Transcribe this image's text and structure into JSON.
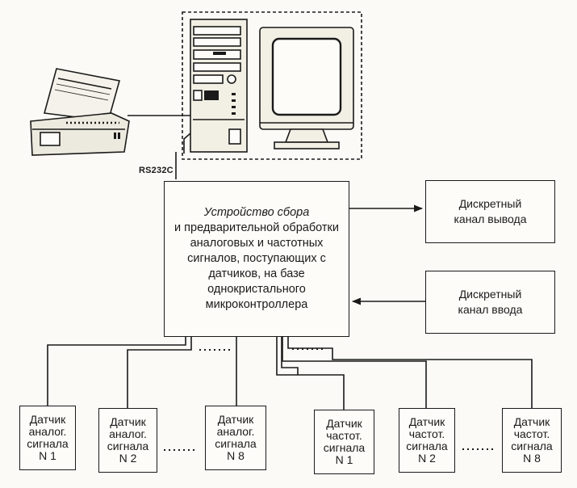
{
  "interface_label": "RS232C",
  "processor": {
    "line1": "Устройство сбора",
    "line_rest": "и предварительной обработки\nаналоговых и частотных\nсигналов, поступающих с\nдатчиков, на базе\nоднокристального\nмикроконтроллера"
  },
  "output_channel": {
    "label": "Дискретный\nканал вывода"
  },
  "input_channel": {
    "label": "Дискретный\nканал ввода"
  },
  "sensors": [
    {
      "label": "Датчик\nаналог.\nсигнала\nN 1"
    },
    {
      "label": "Датчик\nаналог.\nсигнала\nN 2"
    },
    {
      "label": "Датчик\nаналог.\nсигнала\nN 8"
    },
    {
      "label": "Датчик\nчастот.\nсигнала\nN 1"
    },
    {
      "label": "Датчик\nчастот.\nсигнала\nN 2"
    },
    {
      "label": "Датчик\nчастот.\nсигнала\nN 8"
    }
  ],
  "icons": [
    "printer-icon",
    "computer-system-unit-icon",
    "monitor-icon"
  ]
}
